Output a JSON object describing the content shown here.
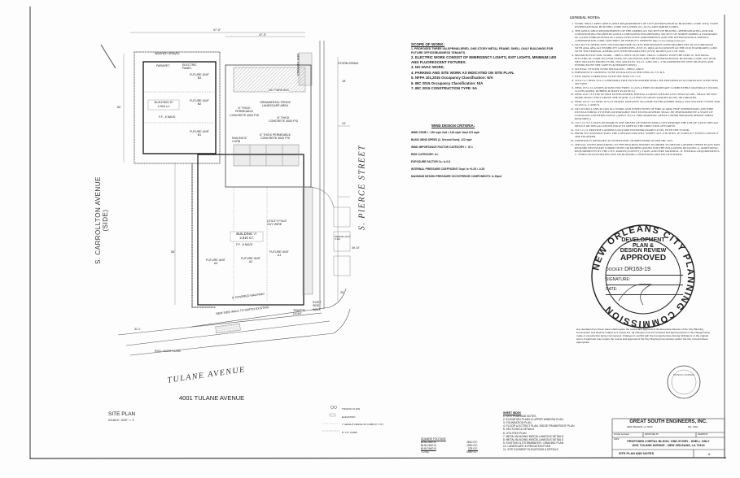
{
  "plan": {
    "street_left": "S. CARROLLTON AVENUE (SIDE)",
    "street_right": "S. PIERCE STREET",
    "street_bottom": "TULANE AVENUE",
    "address": "4001 TULANE AVENUE",
    "title": "SITE PLAN",
    "scale": "SCALE: 3/32\" = 1'",
    "building_b": {
      "name": "BUILDING 'B'",
      "area": "1,950 s.f.",
      "ff": "F.F.  .8 NAVD",
      "units": [
        "FUTURE UNIT B3",
        "FUTURE UNIT B2",
        "FUTURE UNIT B1"
      ]
    },
    "building_a": {
      "name": "BUILDING 'A'",
      "area": "2,810 s.f.",
      "ff": "F.F.  .8 NAVD",
      "units": [
        "FUTURE UNIT A3",
        "FUTURE UNIT A2",
        "FUTURE UNIT A1"
      ]
    },
    "labels": {
      "no_parking": "NO PARKING",
      "permeable1": "6\" THICK PERMEABLE CONCRETE 4000 PSI",
      "concrete": "8\" THICK CONCRETE 4000 PSI",
      "permeable2": "6\" THICK PERMEABLE CONCRETE 4000 PSI",
      "fence": "ORNAMENTAL FENCE LANDSCAPE AREA",
      "railing": "RAILING 6\" CURB",
      "storm_drain": "STORM DRAIN",
      "new_sidewalk": "NEW SIDEWALK",
      "utility_pole": "UTILITY POLE GUY WIRE",
      "washed_gravel": "WASHED GRAVEL",
      "parapet": "PARAPET",
      "electric_panel": "ELECTRIC PANEL",
      "covered_walkway": "5' COVERED WALKWAY",
      "new_side_walk": "NEW SIDE WALK TO MATCH EXISTING",
      "roll_over_curb": "ROLL OVER CURB",
      "traffic_light": "TRAFFIC LIGHT",
      "exist_side_walk": "EXIST. SIDE WALK",
      "parking": "PARKING (8'-6\" X 20')",
      "dim_top": "97'-5\"",
      "dim_top2": "47'-5\"",
      "dim_left": "60'",
      "dim_right": "49.10'",
      "dim_24": "24'",
      "dim_18": "18'",
      "dim_25": "25'",
      "dim_58": "58'",
      "dim_311": "31.1'"
    },
    "legend": [
      "TRAFFIC FLOW",
      "ELEVATION",
      "7' HEIGHT FENCE W/ CURB (6\" X 6\")",
      "6\" X 6\" CURB"
    ]
  },
  "scope": {
    "title": "SCOPE OF WORK:",
    "items": [
      "1.  PROPOSED THREE UN-SPRINKLERED, ONE-STORY METAL FRAME, SHELL ONLY BUILDINGS FOR FUTURE OFFICE/BUSINESS TENANTS.",
      "2.  ELECTRIC WORK CONSIST OF EMERGENCY LIGHTS, EXIT LIGHTS, MINIMUM LED AND FLUORESCENT FIXTURES.",
      "3.  NO HVAC WORK.",
      "4.  PARKING AND SITE WORK AS INDICATED ON SITE PLAN.",
      "5.  NFPA 101,2015 Occupancy Classification:   N/A",
      "6.  IBC 2015 Occupancy Classification:   N/A",
      "7.  IBC 2015 CONSTRUCTION TYPE:   5A"
    ]
  },
  "wind": {
    "title": "WIND DESIGN CRITERIA:",
    "rows": [
      "WIND ZONE I :   130 mph  Vult < 140 mph  Vasd 101 mph",
      "BASIC WIND SPEED (3_Second Gust):   122 mph",
      "WIND IMPORTANCE FACTOR CATEGORY I :   IS 1",
      "RISK CATEGORY: Is I",
      "EXPOSURE FACTOR Cz: Is 0.8",
      "INTERNAL PRESSURE COEFFICENT Gcpi: Is +0.25 / -0.25",
      "MAXIMUM DESIGN PRESSURE ON EXTERIOR COMPONENTS: Is 10psf"
    ]
  },
  "general_notes": {
    "title": "GENERAL NOTES:",
    "items": [
      "WORK SHALL MEET APPLICABLE REQUIREMENTS OF CITY (INTERNATIONAL BUILDING CODE 2015); STATE (INTERNATIONAL BUILDING CODE 2015) (NFPA 101, 2015), AND PARISH CODES.",
      "THE APPLICABLE REQUIREMENTS OF THE AMERICAN SOCIETY OF HEATING, REFRIGERATING AND AIR CONDITIONING ENGINEERS AND ILLUMINATING ENGINEERING SOCIETY OF NORTH AMERICA STANDARD 90.1 (ANSI/ASHRAE/IESNA 90.1-2004) WITH STATE AMENDMENTS AND THE INTERNATIONAL ENERGY CONSERVATION CODE. (SEE DEPT. OF ENERGY'S WEBSITE http://www.energycodes.gov.",
      "LRS 40:1731 (EFFECTIVE 10/01/99) PROVIDE ACCESS FOR PERSONS WITH DISABILITIES IN ACCORDANCE WITH ADA-ABA ACCESSIBILITY GUIDELINES, JULY 23, 2004 (ALSO KNOWN AS THE 2010 STANDARDS.) AND WITH THE FEDERAL AMERICANS WITH DISABILITIES (CIVIL RIGHTS) ACT OF 1990.",
      "MINIMUM ELECTRIC WORK - SHELL ONLY. ELECTRIC SHALL COMPLY WITH THE NFPA 70, NATIONAL ELECTRICAL CODE 2014 FOR STATE OF LOUISIANA AND THE INTERNATIONAL BUILDING CODE 2015 (FOR NEW ORLEANS PROJECTS IBC 2015 ARTICLES 101.4.1. AND 106.1, 2700 AMENDED BY NEW ORLEANS AND ENFORCED BY THE SAFETY & PERMITS DEPT).",
      "NO HVAC SYSTEM TO BE INSTALLED - SHELL ONLY.",
      "EMERGENCY LIGHTING TO BE INSTALLED AS PER NFPA 101.7.9. & 9.",
      "EXIT SIGNS COMPLYING WITH THE NFPA 101:7.10.",
      "101:9.7.4.1 NFPA 10:2-2.4 PORTABLE FIRE EXTINGUISHER SHALL BE PROVIDED IN ACCORDANCE WITH NFPA SECTION",
      "NFPA 10:5.2 CLASSIFICATIONS FOR FIRES: CLASS A FIRES IN ORDINARY COMBUSTIBLE MATERIALS (WOOD, CLOTH, PAPER, RUBBER & MANY PLASTICS.)",
      "NFPA 10:6-1.3.8 TOP OF FIRE EXTINGUISHER, HAVING A GROSS WEIGHT LESS THAN 40 LBS., SHALL BE NOT MORE THAN 5 FEET ABOVE THE FLOOR, 3-1/2 FEET IF GROSS WEIGHT 40 LBS. OR GREATER.",
      "NFPA 101:9.7.4.1 NFPA 10:3-4.3 TRAVEL DISTANCE TO A FIRE EXTINGUISHER SHALL NOT EXCEED 75 FEET FOR CLASS A, C AND D.",
      "LRS 40:1664.4 AND 40:1625 ALL WORK AND INSPECTIONS OF FIRE ALARM, FIRE SUPPRESSION, AND FIRE EXTINGUISHING SYSTEMS OR PORTABLE FIRE EXTINGUISHERS SHALL BE PERFORMED BY A STATE OF LOUISIANA CERTIFIED AGENT. (APPLY TO LA. FIRE MARSHAL OFFICE UNDER SEPARATE PERMIT WHEN REQUIRED.)",
      "101:7.2.1.5.2. LOCKS ON DOOR IN ANY MEANS OF EGRESS SHALL NOT REQUIRE THE USE OF A KEY, SPECIAL DEVICE OR SPECIAL KNOWLEDGE TO OPEN IN THE DIRECTION OF EGRESS.",
      "101:7.2.1.3. PROVIDE LANDINGS OUTSIDE EXTERIOR DOORS LEVEL WITH THE FLOOR.",
      "PRIOR TO CONSTRUCTION, THE CONTRACTOR WILL VERIFY ALL UTILITIES. IF CONFLICT EXISTS CONTACT THE ENGINEER.",
      "ADDITION IS DESIGNED TO WITHSTAND 130 MPH WINDS AS PER IBC 2015.",
      "SPECIAL NOTES PERTAINING TO THE BUILDING PERMIT: IN ORDER TO OBTAIN A PERMIT THESE PLANS MAY REQUIRE NECESSARY CORRECTIONS OR MODIFICATIONS FOR THE FOLLOWING REASONS: A. ADDITIONAL REQUIREMENTS BY THE CITY, PARISH (COUNTY), STATE, AND FIRE MARSHAL. B. FEDERAL REQUIREMENTS. C. WHEN UNANTICIPATED SITE OR BUILDING CONDITIONS ARE ENCOUNTERED."
    ]
  },
  "stamp": {
    "ring_text": "NEW ORLEANS CITY PLANNING COMMISSION",
    "line1": "DEVELOPMENT",
    "line2": "PLAN &",
    "line3": "DESIGN REVIEW",
    "status": "APPROVED",
    "docket_label": "DOCKET:",
    "docket": "DR163-19",
    "signature_label": "SIGNATURE:",
    "date_label": "DATE:"
  },
  "deviation_note": "Any deviation from these plans shall require the review and approval of the Executive Director of the City Planning Commission and shall be subject to a review fee. All changes must be reviewed and approved prior to the change being made or construction being commenced. Changes in conflict with the Comprehensive Zoning Ordinance or the original terms of approval may require the review and approval of the City Planning Commission and/or the City Council where appropriate.",
  "engineer_seal": "STATE OF LOUISIANA",
  "square_footage": {
    "title": "SQUARE FOOTAGE",
    "rows": [
      {
        "label": "BUILDING A",
        "value": "2810 S.F."
      },
      {
        "label": "BUILDING B",
        "value": "1950 S.F."
      },
      {
        "label": "BUILDING B",
        "value": "229 S.F."
      },
      {
        "label": "TOTAL",
        "value": "4989 S.F."
      }
    ]
  },
  "sheet_index": {
    "title": "SHEET INDEX",
    "items": [
      "1.  SITE PLAN AND NOTES",
      "2.  ELEVATION PLANS & UPPER WINDOW PLAN",
      "3.  FOUNDATION PLAN",
      "4.  FLOOR & ECTRICT PLAN, RIDGE FRAME/ROOF PLAN",
      "5.  SECTIONS & DETAILS",
      "6.  UTILITIES PLAN",
      "7.  METAL BUILDING MISCELLANEOUS DETAILS",
      "8.  METAL BUILDING MISCELLANEOUS DETAILS",
      "9.  EXISTING & STORMWATER / GRADING PLAN",
      "10. LANDSCAPE & IRRIGATION PLAN",
      "11. SITE ELEMENT ELEVATIONS & DETAILS"
    ]
  },
  "title_block": {
    "firm": "GREAT SOUTH ENGINEERS, INC.",
    "firm_address": "NEW ORLEANS, LA 70130",
    "firm_tel": "TEL. (504)",
    "scale_label": "SCALE: As Noted",
    "approved_label": "APPROVED BY",
    "drawn_label": "DRAWN BY",
    "date_label": "DATE:",
    "project": "PROPOSED 3 METAL BLDGS. ONE-STORY - SHELL ONLY",
    "project_address": "4001 TULANE AVENUE - NEW ORLEANS, LA 70119",
    "sheet_title": "SITE PLAN  AND NOTES",
    "sheet_number": "1"
  }
}
